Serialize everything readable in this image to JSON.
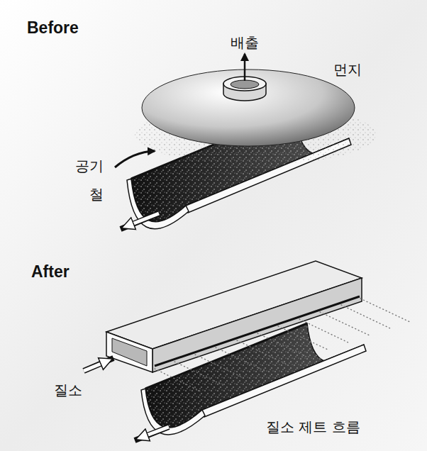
{
  "diagram": {
    "labels": [
      "Before",
      "배출",
      "먼지",
      "공기",
      "철",
      "After",
      "질소",
      "질소 제트 흐름"
    ]
  }
}
